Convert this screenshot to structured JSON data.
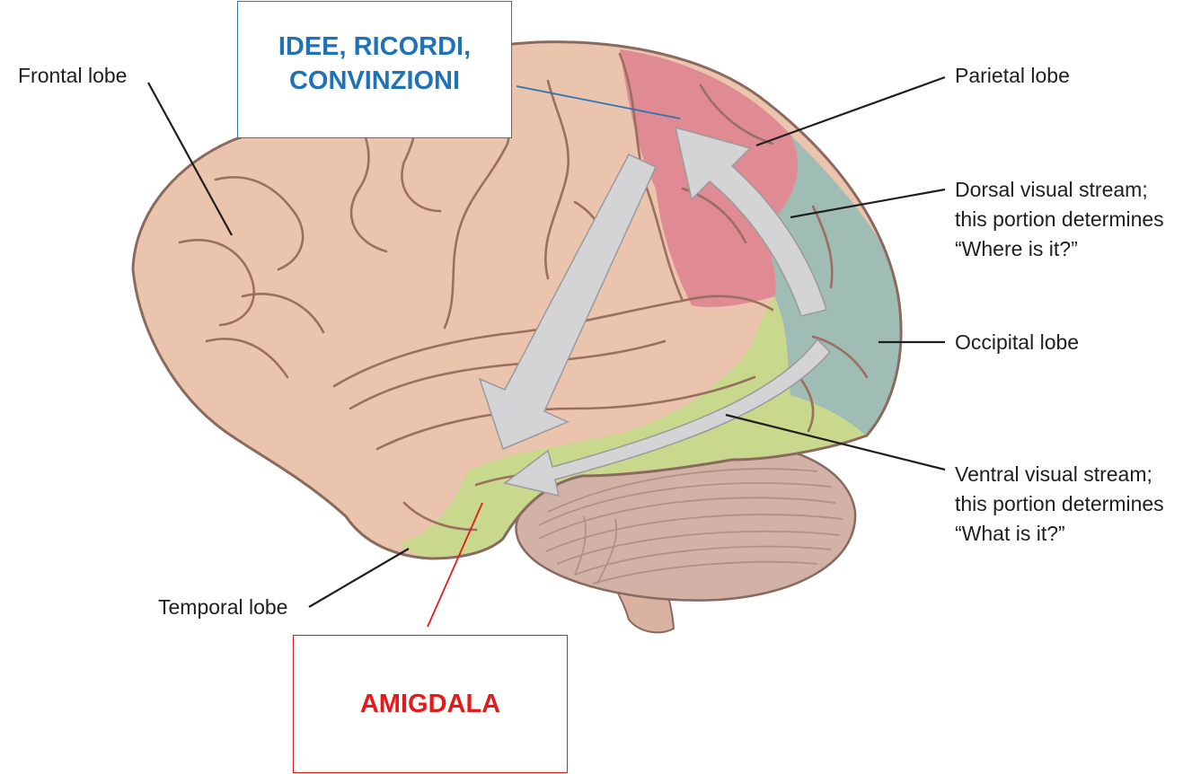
{
  "labels": {
    "frontal": "Frontal lobe",
    "parietal": "Parietal lobe",
    "dorsal_1": "Dorsal visual stream;",
    "dorsal_2": "this portion determines",
    "dorsal_3": "“Where is it?”",
    "occipital": "Occipital lobe",
    "ventral_1": "Ventral visual stream;",
    "ventral_2": "this portion determines",
    "ventral_3": "“What is it?”",
    "temporal": "Temporal lobe"
  },
  "boxes": {
    "ideas_line1": "IDEE, RICORDI,",
    "ideas_line2": "CONVINZIONI",
    "amygdala": "AMIGDALA"
  },
  "colors": {
    "cerebrum": "#ebc4ae",
    "parietal_region": "#e08a93",
    "occipital_region": "#9fbcb5",
    "temporal_region": "#c8d88c",
    "cerebellum": "#d2b2a6",
    "arrow_fill": "#d4d4d6",
    "ideas_accent": "#1f72b8",
    "amygdala_accent": "#e31b1b"
  }
}
